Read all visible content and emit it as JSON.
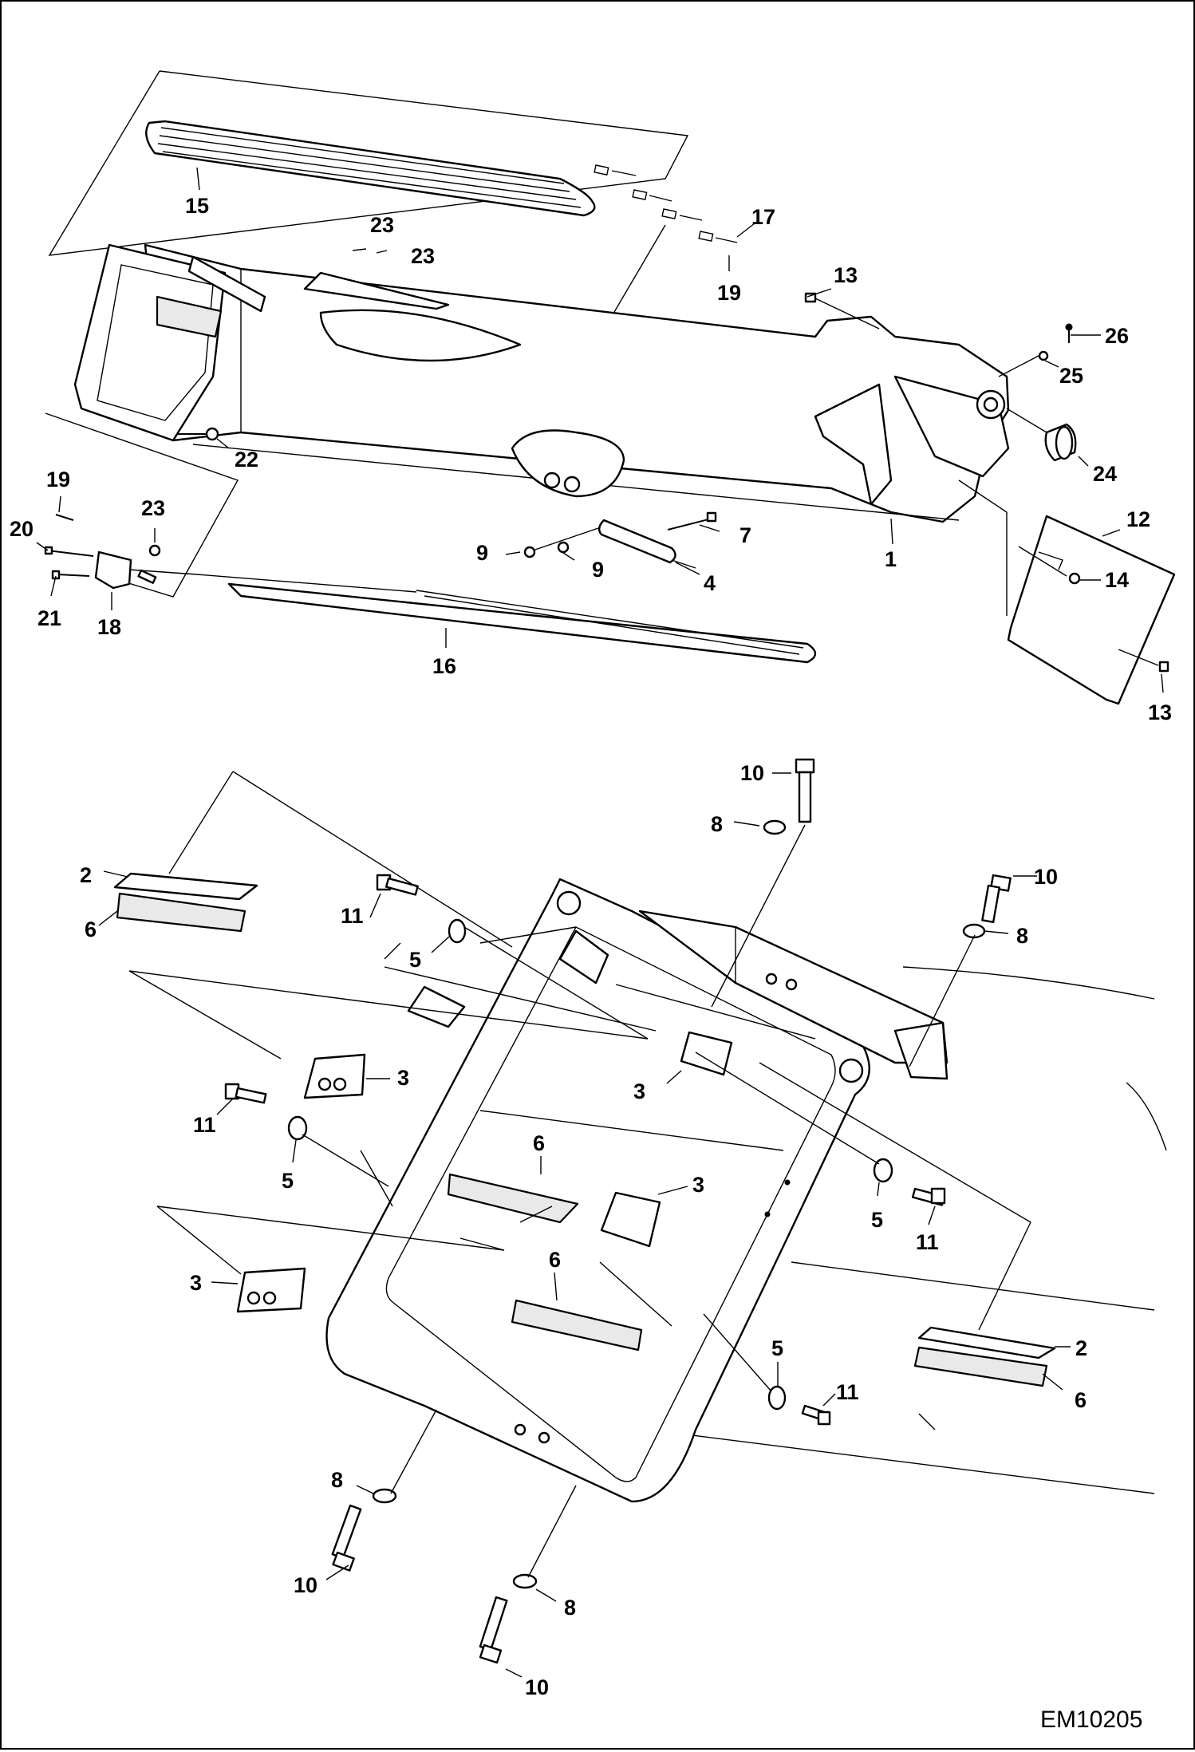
{
  "drawing_code": "EM10205",
  "callouts_top": [
    "15",
    "23",
    "23",
    "17",
    "19",
    "13",
    "26",
    "25",
    "24",
    "12",
    "14",
    "13",
    "1",
    "7",
    "9",
    "9",
    "4",
    "22",
    "19",
    "23",
    "20",
    "21",
    "18",
    "16"
  ],
  "callouts_bottom": [
    "10",
    "8",
    "10",
    "8",
    "2",
    "6",
    "11",
    "5",
    "3",
    "3",
    "11",
    "5",
    "6",
    "3",
    "5",
    "11",
    "3",
    "6",
    "5",
    "11",
    "2",
    "6",
    "8",
    "10",
    "8",
    "10"
  ],
  "colors": {
    "line": "#000000",
    "background": "#ffffff",
    "fill": "#e9e9e9"
  }
}
